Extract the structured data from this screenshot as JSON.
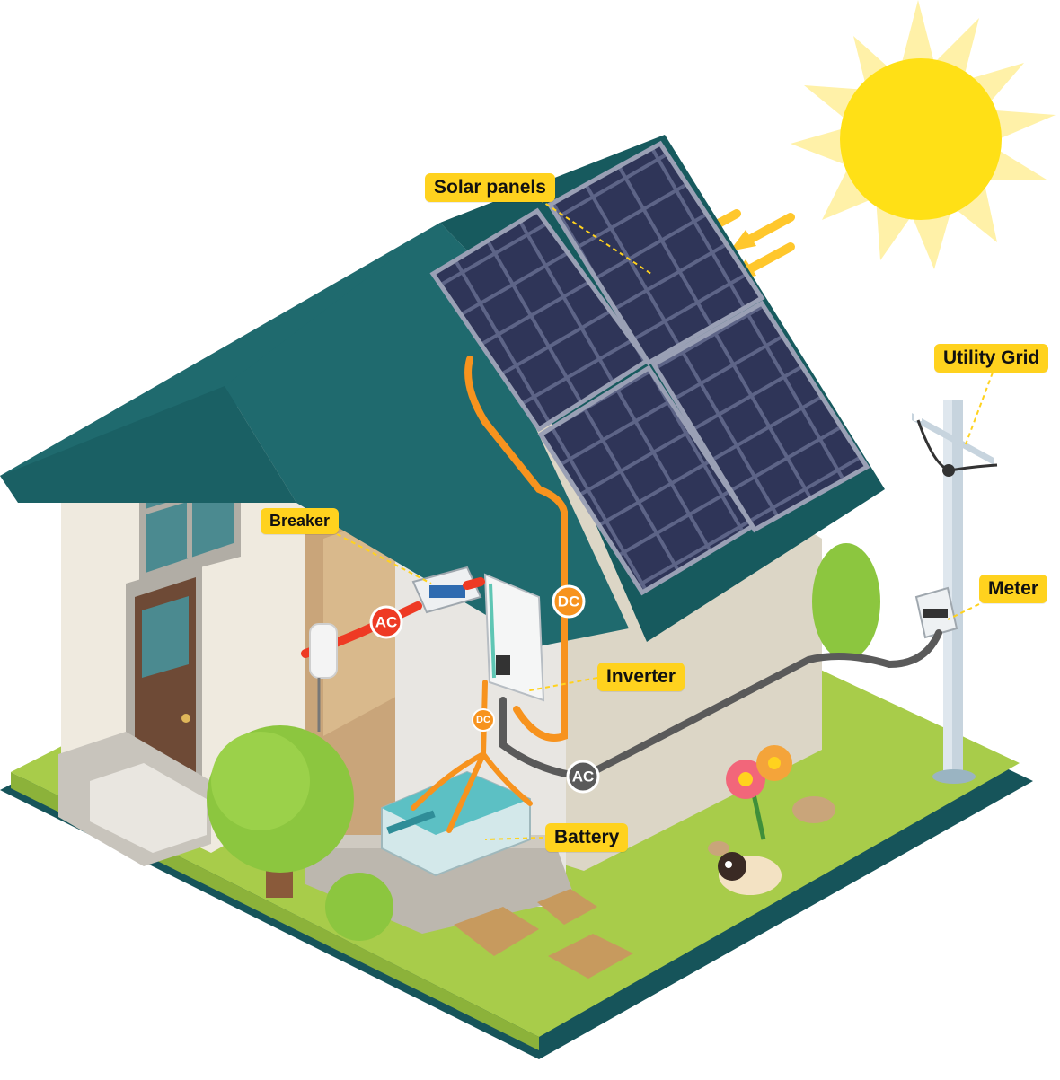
{
  "labels": {
    "solar_panels": "Solar panels",
    "utility_grid": "Utility Grid",
    "breaker": "Breaker",
    "meter": "Meter",
    "inverter": "Inverter",
    "battery": "Battery"
  },
  "current_tags": {
    "ac_breaker": "AC",
    "dc_panels": "DC",
    "dc_battery": "DC",
    "ac_grid": "AC"
  },
  "colors": {
    "label_bg": "#ffd21e",
    "dc_wire": "#f7931e",
    "ac_wire_house": "#ee3a24",
    "ac_wire_grid": "#5a5a5a",
    "roof": "#1f6a6e",
    "panel": "#2f3558",
    "grass": "#a8cc4a",
    "sun": "#ffe016"
  }
}
